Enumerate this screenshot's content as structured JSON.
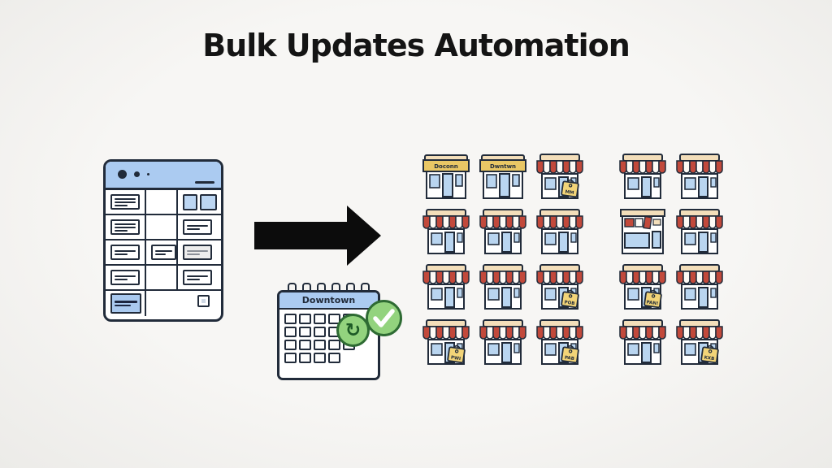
{
  "title": "Bulk Updates Automation",
  "colors": {
    "background": "#f5f4f2",
    "ink": "#212b3a",
    "panel_blue": "#abcbf1",
    "window_blue": "#b9d5f0",
    "awning_red": "#c2493b",
    "awning_white": "#fdfaf5",
    "awning_cream": "#f3deba",
    "awning_yellow": "#e9c765",
    "tag_yellow": "#f2d478",
    "badge_green": "#93d37e",
    "badge_green_dark": "#2e6b33",
    "arrow_black": "#0c0c0c"
  },
  "spreadsheet": {
    "rows": 5,
    "cols": 3,
    "header_icons": [
      "dot",
      "dot",
      "dot",
      "dash"
    ]
  },
  "arrow": {
    "icon": "arrow-right"
  },
  "calendar": {
    "label": "Downtown",
    "rings": 6,
    "day_rows": [
      5,
      5,
      5,
      4
    ],
    "badges": [
      "sync-icon",
      "check-icon"
    ]
  },
  "stores": {
    "rows": 4,
    "cols": 5,
    "items": [
      {
        "row": 1,
        "col": 1,
        "awning": "yellow",
        "label": "Doconn",
        "tag": null
      },
      {
        "row": 1,
        "col": 2,
        "awning": "yellow",
        "label": "Dwntwn",
        "tag": null
      },
      {
        "row": 1,
        "col": 3,
        "awning": "red",
        "label": null,
        "tag": "MM"
      },
      {
        "row": 1,
        "col": 4,
        "awning": "red",
        "label": null,
        "tag": null
      },
      {
        "row": 1,
        "col": 5,
        "awning": "red",
        "label": null,
        "tag": null
      },
      {
        "row": 2,
        "col": 1,
        "awning": "red",
        "label": null,
        "tag": null
      },
      {
        "row": 2,
        "col": 2,
        "awning": "red",
        "label": null,
        "tag": null
      },
      {
        "row": 2,
        "col": 3,
        "awning": "red",
        "label": null,
        "tag": null
      },
      {
        "row": 2,
        "col": 4,
        "awning": "flat",
        "label": null,
        "tag": null
      },
      {
        "row": 2,
        "col": 5,
        "awning": "red",
        "label": null,
        "tag": null
      },
      {
        "row": 3,
        "col": 1,
        "awning": "red",
        "label": null,
        "tag": null
      },
      {
        "row": 3,
        "col": 2,
        "awning": "red",
        "label": null,
        "tag": null
      },
      {
        "row": 3,
        "col": 3,
        "awning": "red",
        "label": null,
        "tag": "POB"
      },
      {
        "row": 3,
        "col": 4,
        "awning": "red",
        "label": null,
        "tag": "PAN!"
      },
      {
        "row": 3,
        "col": 5,
        "awning": "red",
        "label": null,
        "tag": null
      },
      {
        "row": 4,
        "col": 1,
        "awning": "red",
        "label": null,
        "tag": "PWI"
      },
      {
        "row": 4,
        "col": 2,
        "awning": "red",
        "label": null,
        "tag": null
      },
      {
        "row": 4,
        "col": 3,
        "awning": "red",
        "label": null,
        "tag": "PAB"
      },
      {
        "row": 4,
        "col": 4,
        "awning": "red",
        "label": null,
        "tag": null
      },
      {
        "row": 4,
        "col": 5,
        "awning": "red",
        "label": null,
        "tag": "KXB"
      }
    ]
  }
}
